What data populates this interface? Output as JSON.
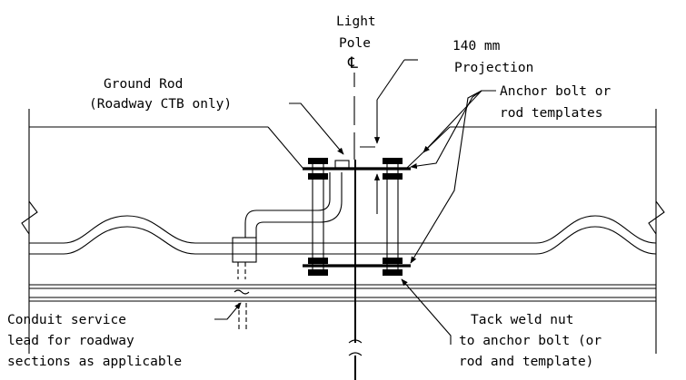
{
  "labels": {
    "light_pole": [
      "Light",
      "Pole"
    ],
    "centerline_symbol": "℄",
    "projection": [
      "140 mm",
      "Projection"
    ],
    "ground_rod": [
      "Ground Rod",
      "(Roadway CTB only)"
    ],
    "anchor_bolt": [
      "Anchor bolt or",
      "rod templates"
    ],
    "conduit_service": [
      "Conduit service",
      "lead for roadway",
      "sections as applicable"
    ],
    "tack_weld": [
      "Tack weld nut",
      "to anchor bolt (or",
      "rod and template)"
    ]
  },
  "colors": {
    "ink": "#000000",
    "background": "#ffffff"
  },
  "icons": [
    "break-symbol-icon",
    "arrow-icon",
    "centerline-icon"
  ]
}
